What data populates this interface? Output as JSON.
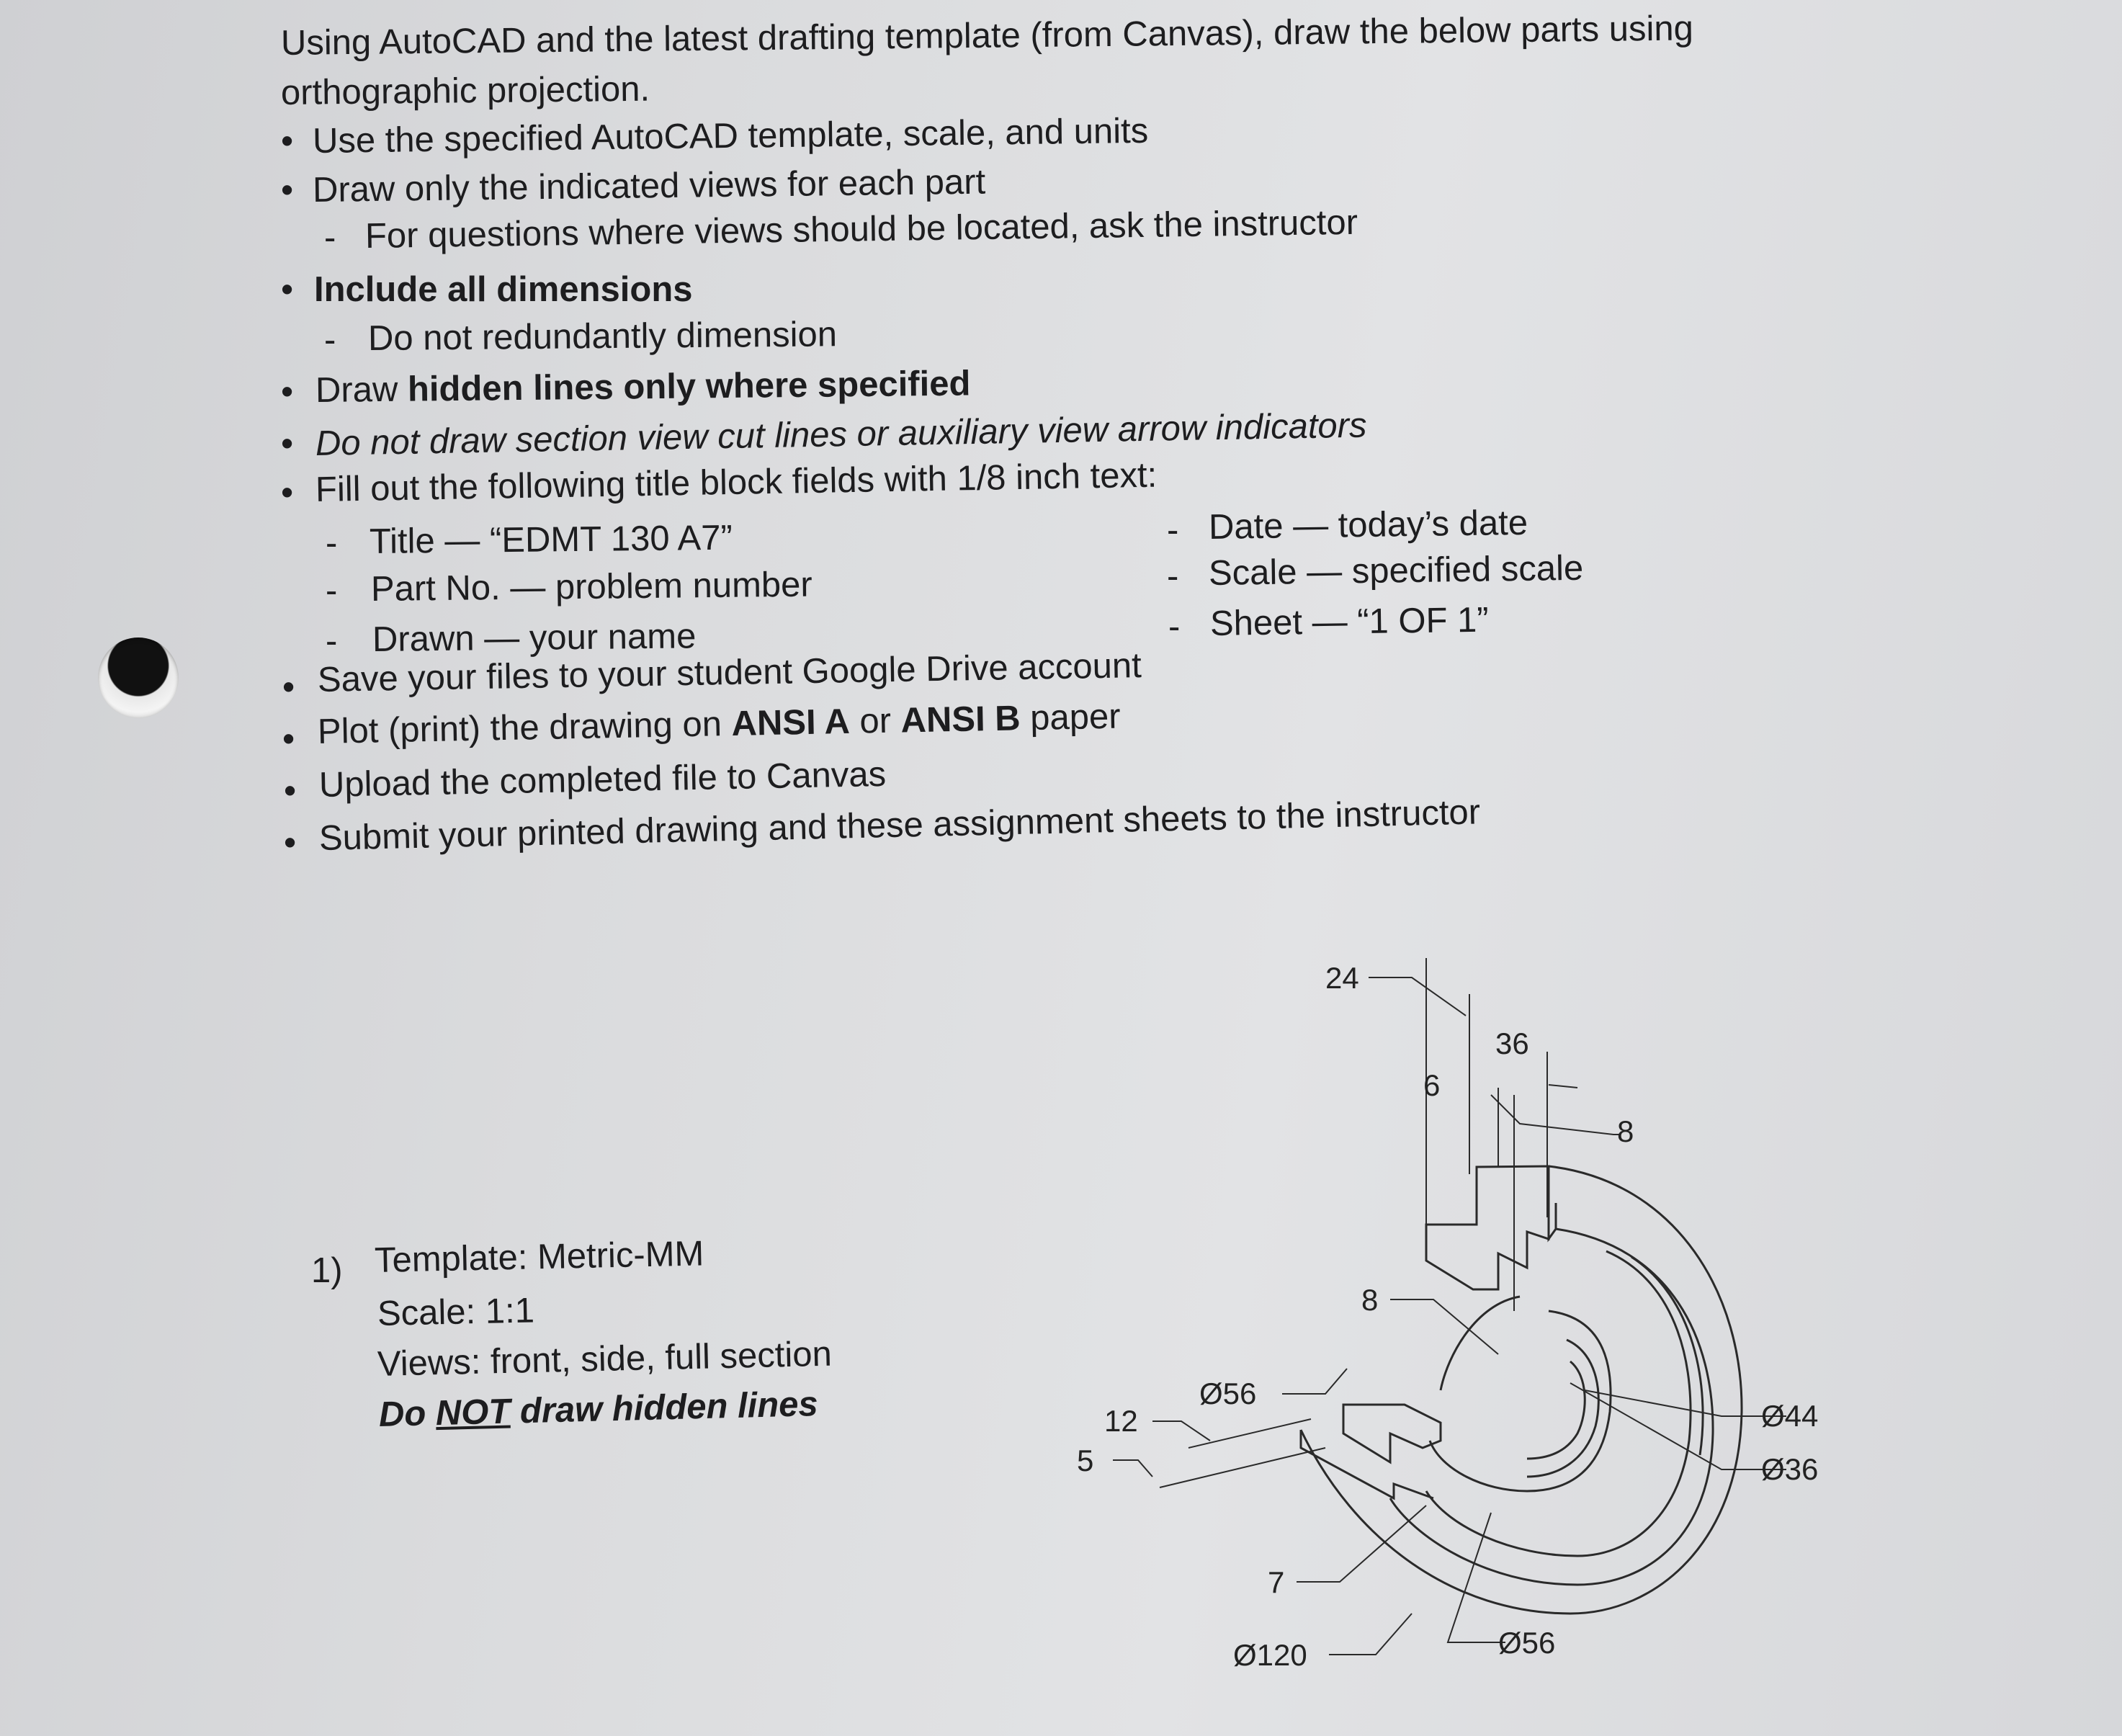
{
  "intro": {
    "line1": "Using AutoCAD and the latest drafting template (from Canvas), draw the below parts using",
    "line2": "orthographic projection."
  },
  "bullet_glyph": "•",
  "dash_glyph": "-",
  "bullets": {
    "template": "Use the specified AutoCAD template, scale, and units",
    "views": "Draw only the indicated views for each part",
    "views_sub": "For questions where views should be located, ask the instructor",
    "dims": "Include all dimensions",
    "dims_sub": "Do not redundantly dimension",
    "hidden_pre": "Draw ",
    "hidden_bold": "hidden lines only where specified",
    "section": "Do not draw section view cut lines or auxiliary view arrow indicators",
    "titleblock": "Fill out the following title block fields with 1/8 inch text:",
    "fields": {
      "title": "Title — “EDMT 130 A7”",
      "part": "Part No. — problem number",
      "drawn": "Drawn — your name",
      "date": "Date — today’s date",
      "scale": "Scale — specified scale",
      "sheet": "Sheet — “1 OF 1”"
    },
    "save": "Save your files to your student Google Drive account",
    "plot_pre": "Plot (print) the drawing on ",
    "plot_a": "ANSI A",
    "plot_or": " or ",
    "plot_b": "ANSI B",
    "plot_post": " paper",
    "upload": "Upload the completed file to Canvas",
    "submit": "Submit your printed drawing and these assignment sheets to the instructor"
  },
  "problem": {
    "number": "1)",
    "template": "Template: Metric-MM",
    "scale": "Scale: 1:1",
    "views": "Views: front, side, full section",
    "note_pre": "Do ",
    "note_not": "NOT",
    "note_post": " draw hidden lines"
  },
  "drawing_dimensions": {
    "d24": "24",
    "d36": "36",
    "d6": "6",
    "d8_top": "8",
    "d8_mid": "8",
    "dia56_left": "Ø56",
    "d12": "12",
    "d5": "5",
    "dia44": "Ø44",
    "dia36": "Ø36",
    "d7": "7",
    "dia120": "Ø120",
    "dia56_bottom": "Ø56"
  }
}
